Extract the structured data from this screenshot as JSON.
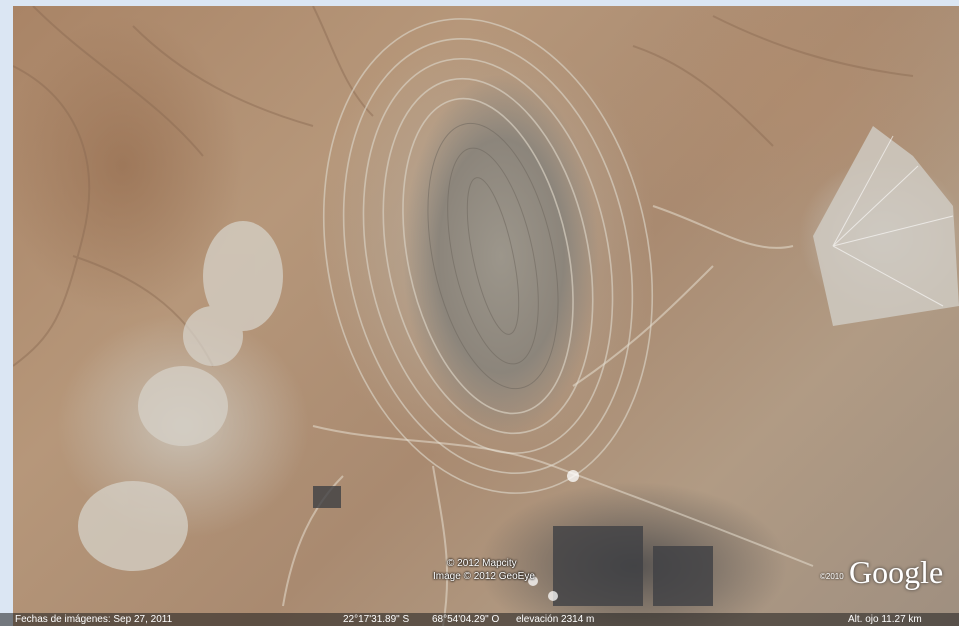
{
  "map": {
    "credit_line1": "© 2012 Mapcity",
    "credit_line2": "Image © 2012 GeoEye",
    "logo_year": "©2010",
    "logo_text": "Google"
  },
  "status_bar": {
    "imagery_date": "Fechas de imágenes: Sep  27, 2011",
    "latitude": "22°17'31.89\" S",
    "longitude": "68°54'04.29\" O",
    "elevation": "elevación 2314 m",
    "eye_altitude": "Alt. ojo   11.27 km"
  },
  "colors": {
    "pit_gray": "#8c857b",
    "desert_brown": "#a98466",
    "frame_blue": "#dbe6f3"
  }
}
